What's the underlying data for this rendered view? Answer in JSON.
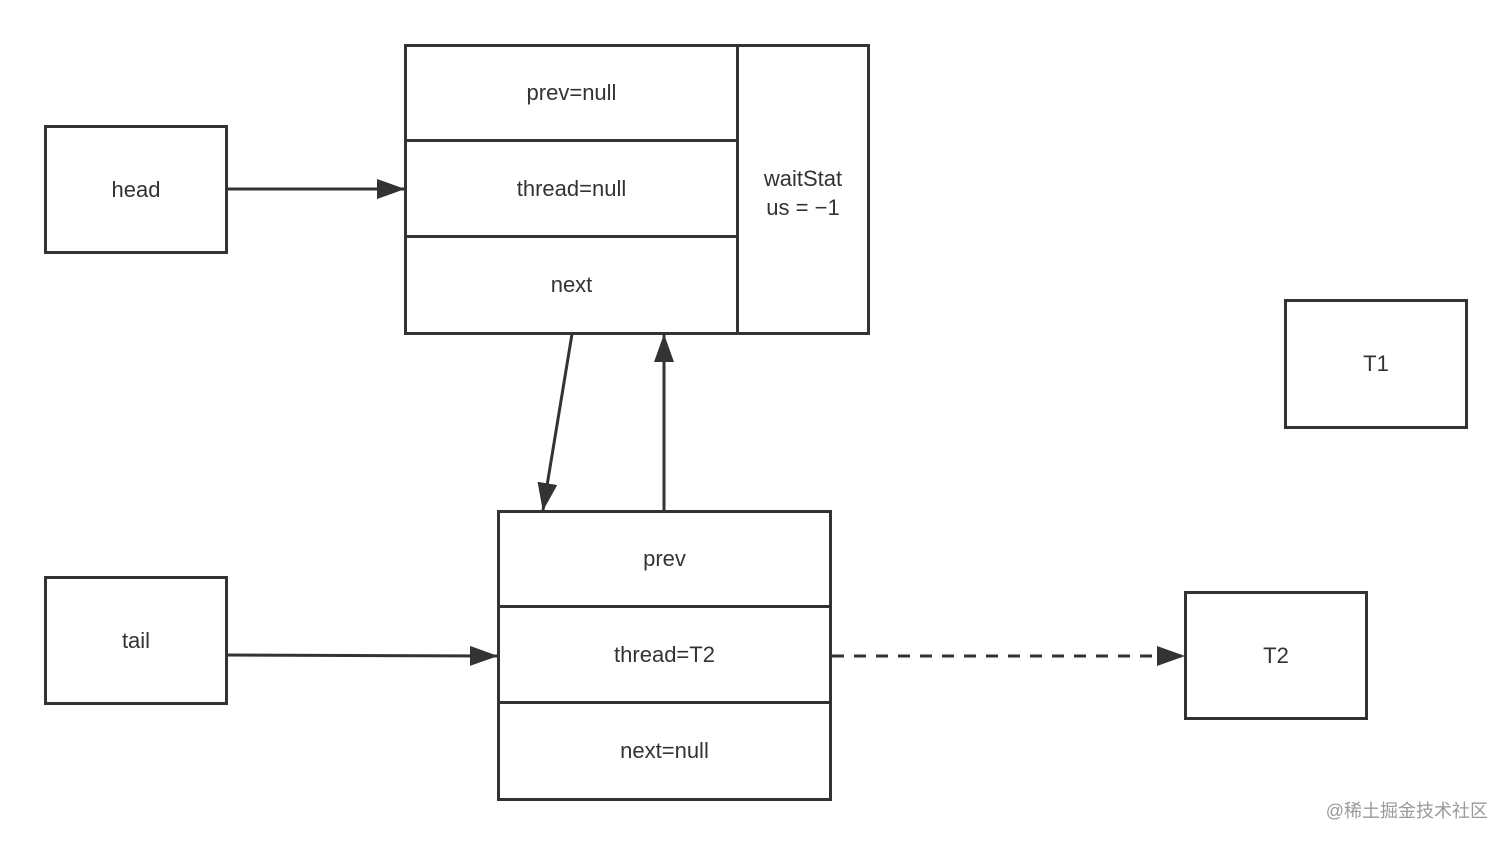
{
  "pointers": {
    "head": "head",
    "tail": "tail"
  },
  "head_node": {
    "prev": "prev=null",
    "thread": "thread=null",
    "next": "next",
    "wait_status_line1": "waitStat",
    "wait_status_line2": "us = −1"
  },
  "tail_node": {
    "prev": "prev",
    "thread": "thread=T2",
    "next": "next=null"
  },
  "threads": {
    "t1": "T1",
    "t2": "T2"
  },
  "watermark": "@稀土掘金技术社区",
  "colors": {
    "stroke": "#333333",
    "text": "#333333",
    "watermark": "#9a9a9a"
  }
}
